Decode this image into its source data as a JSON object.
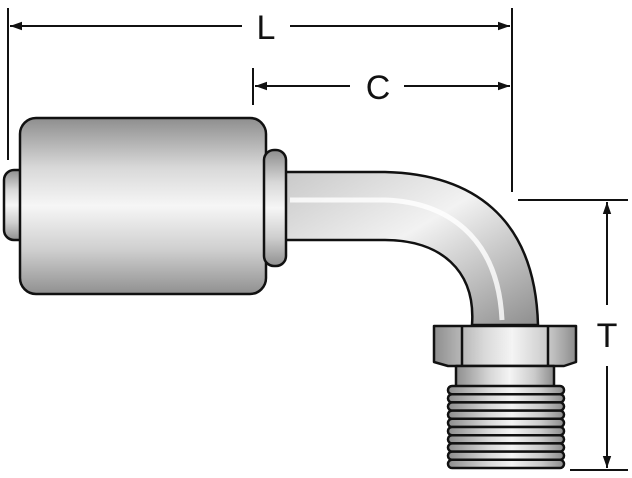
{
  "labels": {
    "length": "L",
    "center_to_end": "C",
    "thread": "T"
  },
  "colors": {
    "outline": "#111111",
    "metal_dark": "#8e8e8e",
    "metal_mid": "#c9c9c9",
    "metal_light": "#f4f4f4",
    "background": "#ffffff"
  }
}
